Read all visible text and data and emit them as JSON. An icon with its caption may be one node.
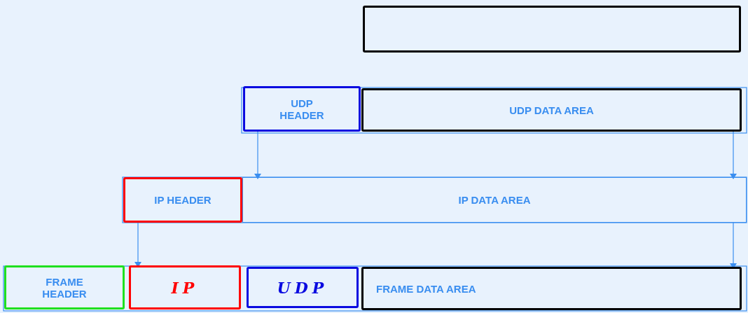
{
  "diagram": {
    "nodes": [
      {
        "text": [],
        "shape": "box"
      },
      {
        "text": [
          "UDP HEADER"
        ]
      },
      {
        "text": [
          "UDP DATA AREA"
        ]
      },
      {
        "text": [
          "IP HEADER"
        ]
      },
      {
        "text": [
          "IP DATA AREA"
        ]
      },
      {
        "text": [
          "FRAME HEADER"
        ]
      },
      {
        "text": [
          "IP"
        ]
      },
      {
        "text": [
          "UDP"
        ]
      },
      {
        "text": [
          "FRAME DATA AREA"
        ]
      }
    ],
    "edges": [
      {
        "from": 1,
        "to": 4,
        "arrow": "to"
      },
      {
        "from": 2,
        "to": 4,
        "arrow": "to"
      },
      {
        "from": 3,
        "to": 6,
        "arrow": "to"
      },
      {
        "from": 4,
        "to": 8,
        "arrow": "to"
      }
    ]
  }
}
